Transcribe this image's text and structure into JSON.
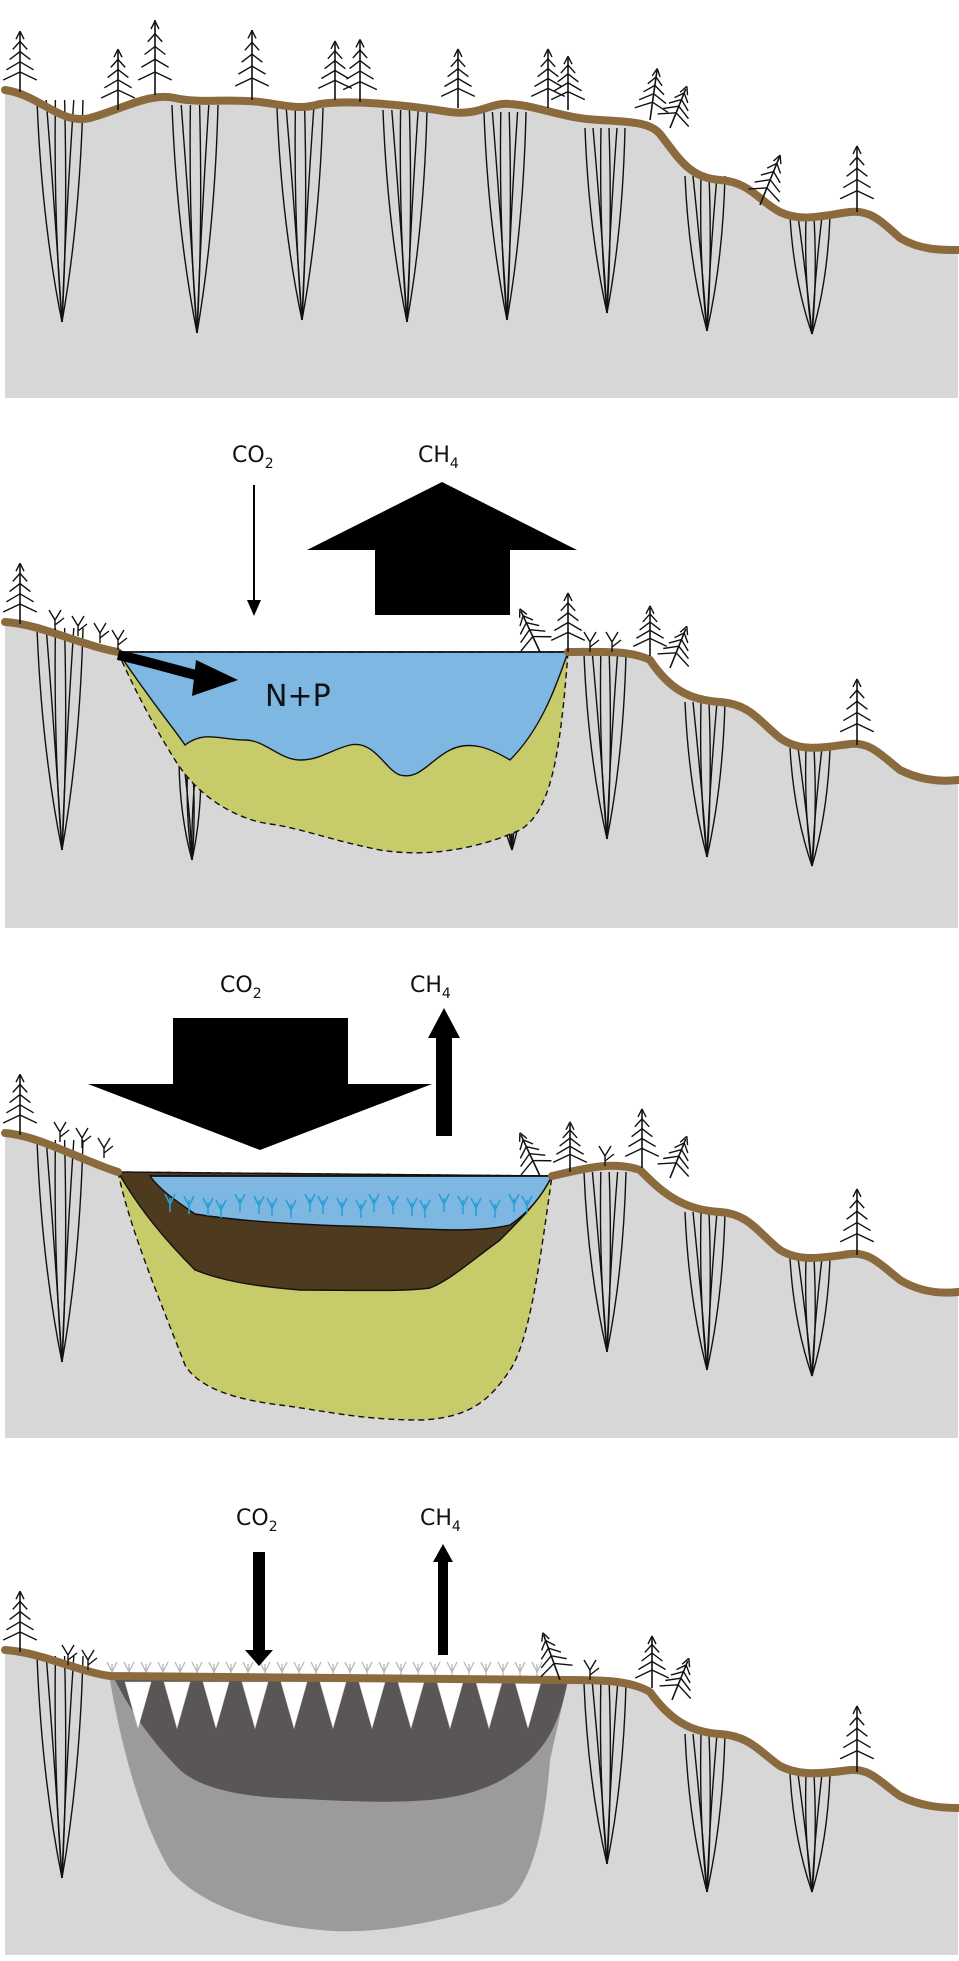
{
  "colors": {
    "ground": "#d7d7d7",
    "soil_line": "#8b6b3e",
    "water": "#7fb7e3",
    "sediment": "#c8cb6a",
    "peat": "#4e3a1e",
    "drained_dark": "#5b5656",
    "drained_light": "#9b9b9b",
    "plant_blue": "#2a9fd6",
    "arrow": "#000000"
  },
  "panels": [
    {
      "id": "stage-1",
      "labels": {}
    },
    {
      "id": "stage-2",
      "labels": {
        "co2": "CO",
        "co2_sub": "2",
        "ch4": "CH",
        "ch4_sub": "4",
        "nutrients": "N+P"
      }
    },
    {
      "id": "stage-3",
      "labels": {
        "co2": "CO",
        "co2_sub": "2",
        "ch4": "CH",
        "ch4_sub": "4"
      }
    },
    {
      "id": "stage-4",
      "labels": {
        "co2": "CO",
        "co2_sub": "2",
        "ch4": "CH",
        "ch4_sub": "4"
      }
    }
  ],
  "icons": [
    "conifer-tree-icon",
    "tilted-tree-icon",
    "shrub-icon",
    "ice-wedge-icon",
    "aquatic-plant-icon",
    "flux-arrow-icon"
  ]
}
